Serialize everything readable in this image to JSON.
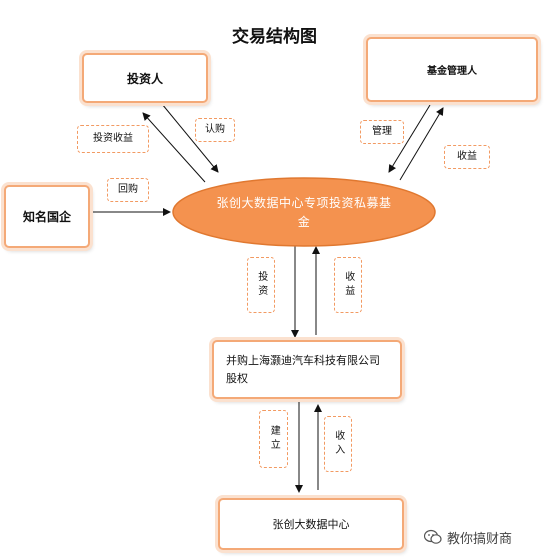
{
  "title": "交易结构图",
  "nodes": {
    "investor": "投资人",
    "manager": "基金管理人",
    "company": "知名国企",
    "fund": "张创大数据中心专项投资私募基金",
    "acquire": "并购上海灏迪汽车科技有限公司股权",
    "center": "张创大数据中心"
  },
  "edges": {
    "investor_return": "投资收益",
    "subscribe": "认购",
    "manage": "管理",
    "manager_return": "收益",
    "buyback": "回购",
    "invest": "投资",
    "fund_return": "收益",
    "build": "建立",
    "income": "收入"
  },
  "watermark": "教你搞财商",
  "colors": {
    "accent": "#f29a62",
    "oval": "#f4924f",
    "box_border": "#f4a977"
  }
}
